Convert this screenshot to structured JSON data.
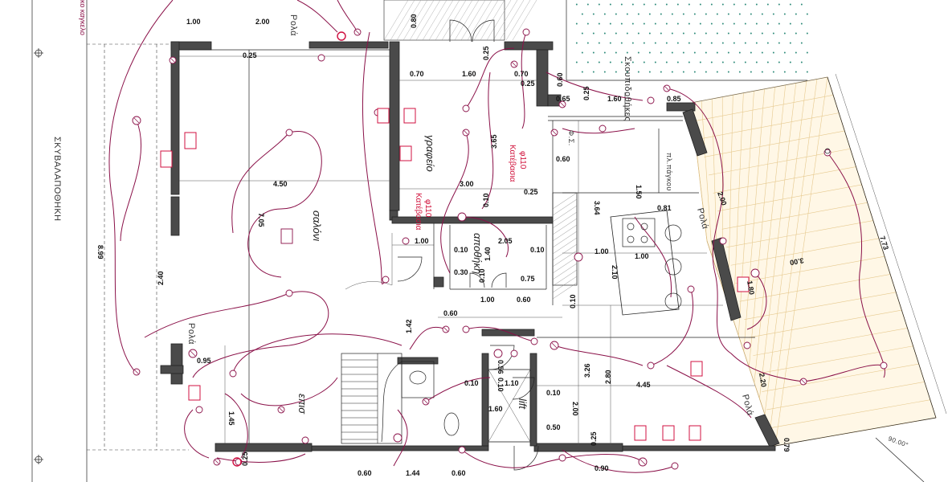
{
  "rooms": {
    "saloni": "σαλόνι",
    "grafeio": "γραφείο",
    "apothiki": "αποθήκη",
    "lift": "lift",
    "eisodos": "επισ"
  },
  "labels": {
    "skoupidothikes": "Σκουπιδοθήκες",
    "skyvaloapothiki": "ΣΚΥΒΑΛΑΠΟΘΗΚΗ",
    "kagkelo": "κο καγκελο",
    "pl_pagkou": "πλ.πάγκου",
    "katevasi1": "Κατέβασια",
    "phi1": "φ110",
    "katevasi2": "Κατέβασια",
    "phi2": "φ110",
    "phis": "Φ.Σ.",
    "rola_top": "Ρολά",
    "rola_left": "Ρολά",
    "rola_right": "Ρολά",
    "rola_bottom": "Ρολά",
    "angle": "90.00°"
  },
  "dims": {
    "d_top_100": "1.00",
    "d_top_200": "2.00",
    "d_080": "0.80",
    "d_025a": "0.25",
    "d_025b": "0.25",
    "d_070a": "0.70",
    "d_160a": "1.60",
    "d_070b": "0.70",
    "d_060a": "0.60",
    "d_025c": "0.25",
    "d_065": "0.65",
    "d_025d": "0.25",
    "d_160b": "1.60",
    "d_085": "0.85",
    "d_365": "3.65",
    "d_060b": "0.60",
    "d_450": "4.50",
    "d_300a": "3.00",
    "d_025e": "0.25",
    "d_150": "1.50",
    "d_364": "3.64",
    "d_200a": "2.00",
    "d_081": "0.81",
    "d_705": "7.05",
    "d_899": "8.99",
    "d_010a": "0.10",
    "d_100a": "1.00",
    "d_205": "2.05",
    "d_010b": "0.10",
    "d_010c": "0.10",
    "d_140": "1.40",
    "d_030": "0.30",
    "d_010d": "0.10",
    "d_075": "0.75",
    "d_100b": "1.00",
    "d_210": "2.10",
    "d_100c": "1.00",
    "d_773": "7.73",
    "d_300b": "3.00",
    "d_180": "1.80",
    "d_240": "2.40",
    "d_060c": "0.60",
    "d_100d": "1.00",
    "d_060d": "0.60",
    "d_010e": "0.10",
    "d_142": "1.42",
    "d_095": "0.95",
    "d_056": "0.56",
    "d_010f": "0.10",
    "d_326": "3.26",
    "d_280": "2.80",
    "d_445": "4.45",
    "d_220": "2.20",
    "d_110": "1.10",
    "d_010g": "0.10",
    "d_010h": "0.10",
    "d_200b": "2.00",
    "d_160c": "1.60",
    "d_145": "1.45",
    "d_050": "0.50",
    "d_025f": "0.25",
    "d_079": "0.79",
    "d_025g": "0.25",
    "d_060e": "0.60",
    "d_144": "1.44",
    "d_060f": "0.60",
    "d_090": "0.90"
  },
  "colors": {
    "wall": "#4a4a4a",
    "wire": "#8a1048",
    "annotation_red": "#d01040",
    "tile_grid": "#e6c98e",
    "tile_fill": "#fff7e6",
    "grass_dot": "#2e8b7a"
  }
}
